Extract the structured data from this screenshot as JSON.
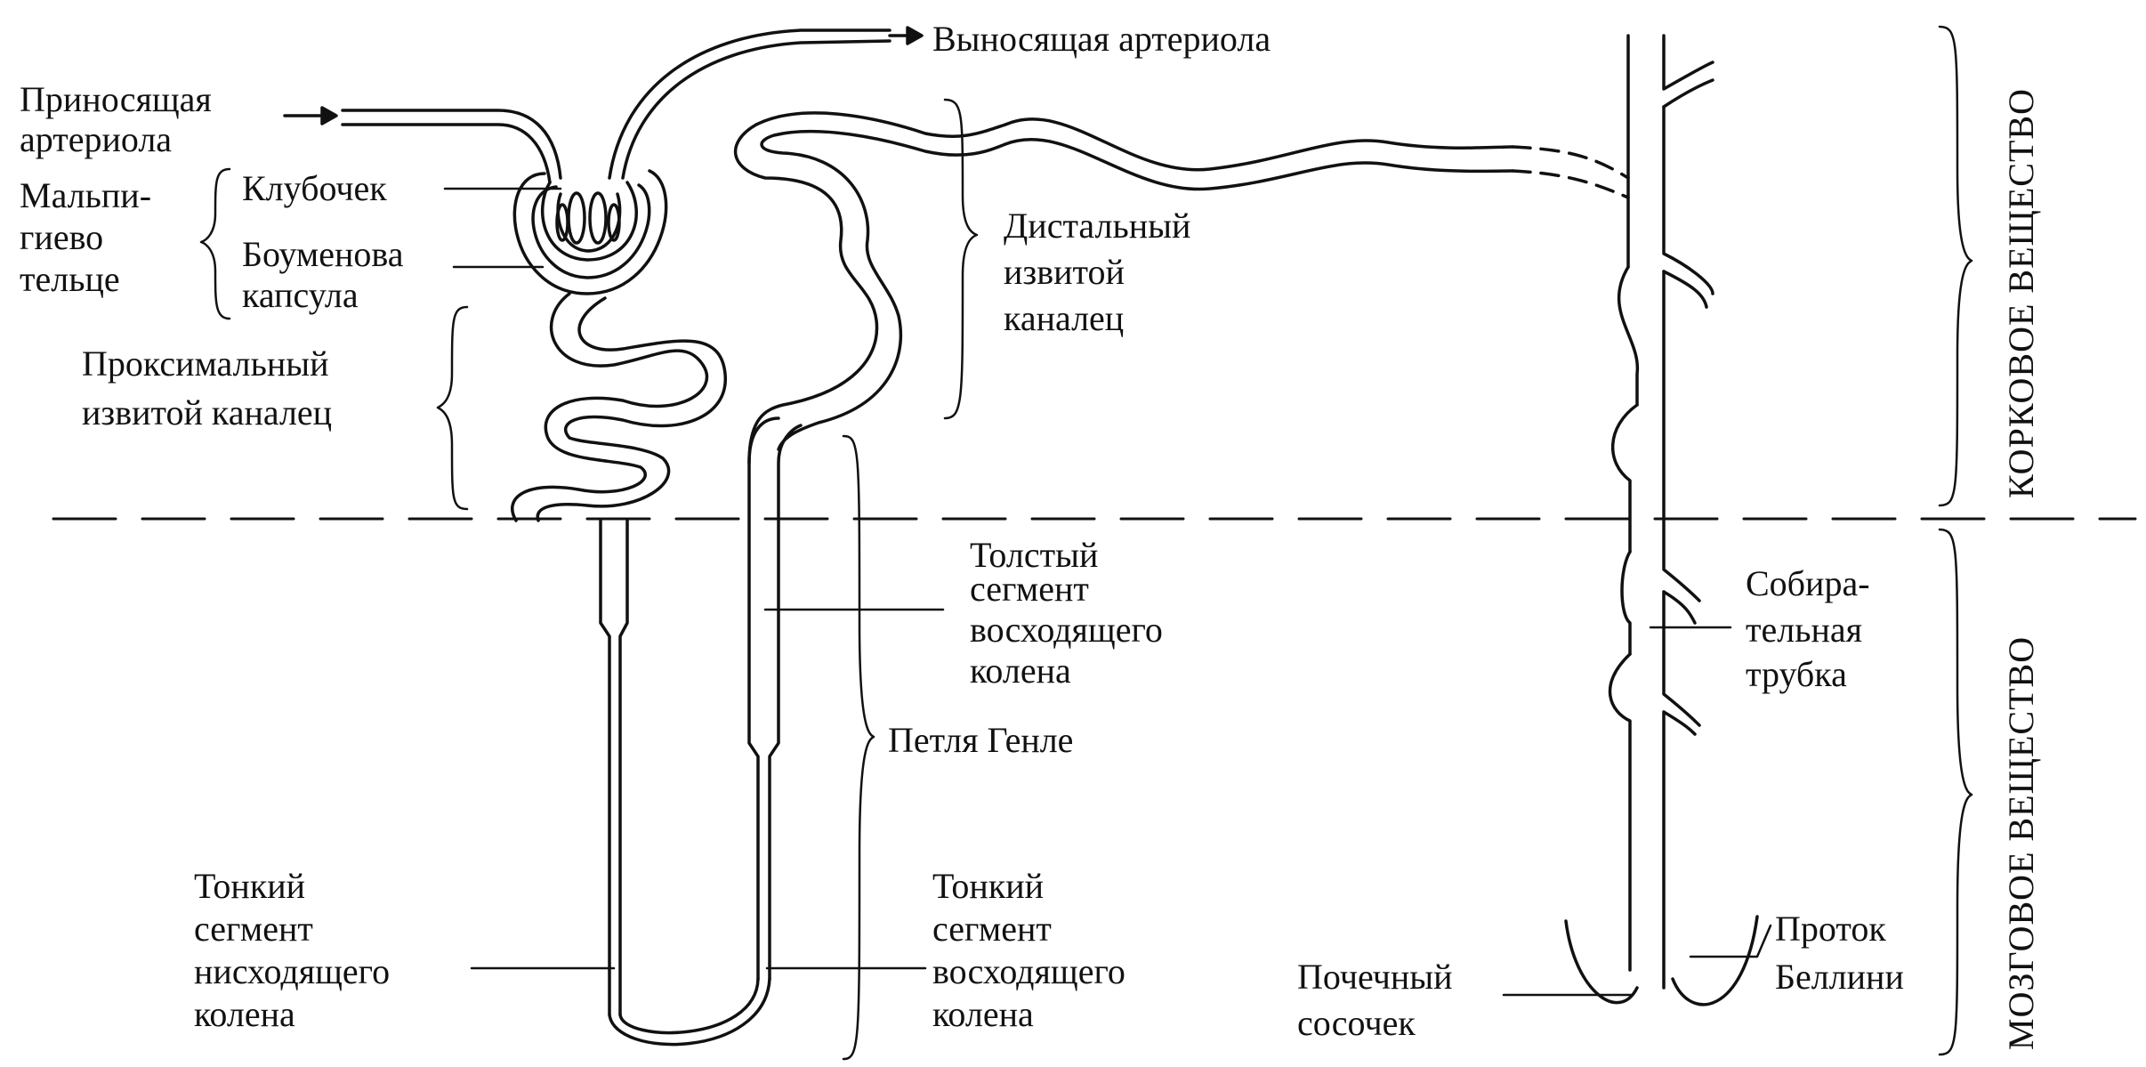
{
  "labels": {
    "efferent_arteriole": "Выносящая артериола",
    "afferent_arteriole_1": "Приносящая",
    "afferent_arteriole_2": "артериола",
    "malpighian_1": "Мальпи-",
    "malpighian_2": "гиево",
    "malpighian_3": "тельце",
    "glomerulus": "Клубочек",
    "bowman_1": "Боуменова",
    "bowman_2": "капсула",
    "proximal_1": "Проксимальный",
    "proximal_2": "извитой каналец",
    "distal_1": "Дистальный",
    "distal_2": "извитой",
    "distal_3": "каналец",
    "thick_1": "Толстый",
    "thick_2": "сегмент",
    "thick_3": "восходящего",
    "thick_4": "колена",
    "henle": "Петля Генле",
    "thin_desc_1": "Тонкий",
    "thin_desc_2": "сегмент",
    "thin_desc_3": "нисходящего",
    "thin_desc_4": "колена",
    "thin_asc_1": "Тонкий",
    "thin_asc_2": "сегмент",
    "thin_asc_3": "восходящего",
    "thin_asc_4": "колена",
    "collecting_1": "Собира-",
    "collecting_2": "тельная",
    "collecting_3": "трубка",
    "papilla_1": "Почечный",
    "papilla_2": "сосочек",
    "bellini_1": "Проток",
    "bellini_2": "Беллини",
    "cortex": "КОРКОВОЕ ВЕЩЕСТВО",
    "medulla": "МОЗГОВОЕ ВЕЩЕСТВО"
  },
  "colors": {
    "ink": "#111111",
    "paper": "#ffffff"
  }
}
